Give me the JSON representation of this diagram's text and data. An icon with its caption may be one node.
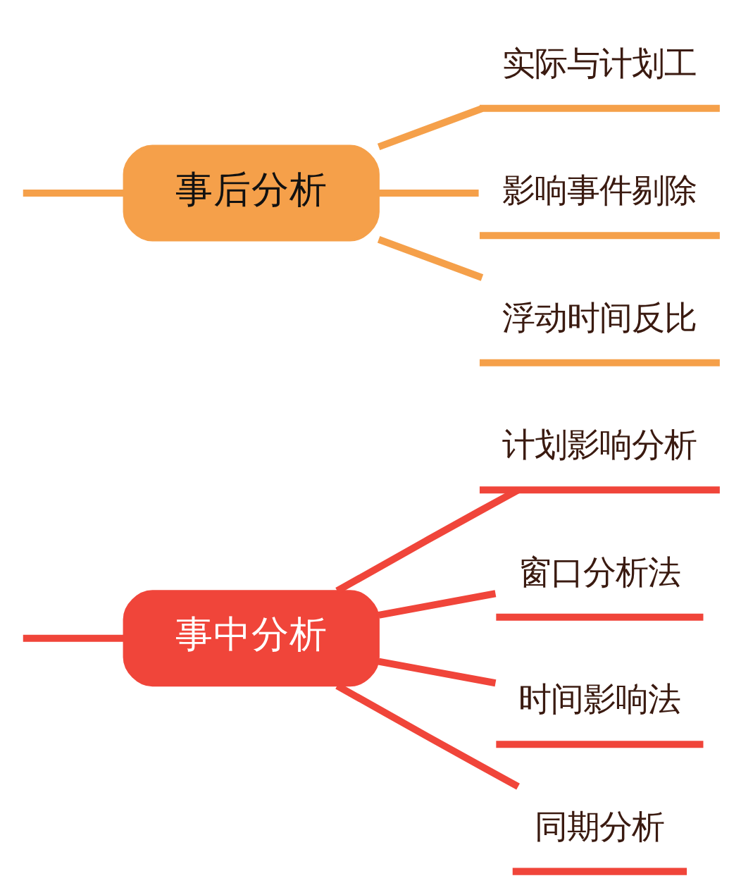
{
  "diagram": {
    "nodes": [
      {
        "text": [
          "事中分析"
        ]
      },
      {
        "text": [
          "计划影响分析"
        ]
      },
      {
        "text": [
          "窗口分析法"
        ]
      },
      {
        "text": [
          "时间影响法"
        ]
      },
      {
        "text": [
          "同期分析"
        ]
      },
      {
        "text": [
          "事后分析"
        ]
      },
      {
        "text": [
          "实际与计划工"
        ]
      },
      {
        "text": [
          "影响事件剔除"
        ]
      },
      {
        "text": [
          "浮动时间反比"
        ]
      }
    ],
    "edges": [
      {
        "from": null,
        "to": 0,
        "arrow": "none"
      },
      {
        "from": 0,
        "to": 1,
        "arrow": "none"
      },
      {
        "from": 0,
        "to": 2,
        "arrow": "none"
      },
      {
        "from": 0,
        "to": 3,
        "arrow": "none"
      },
      {
        "from": 0,
        "to": 4,
        "arrow": "none"
      },
      {
        "from": null,
        "to": 5,
        "arrow": "none",
        "color": "#f5a04a"
      },
      {
        "from": 5,
        "to": 6,
        "arrow": "none",
        "color": "#f5a04a"
      },
      {
        "from": 5,
        "to": 7,
        "arrow": "none",
        "color": "#f5a04a"
      },
      {
        "from": 5,
        "to": 8,
        "arrow": "none",
        "color": "#f5a04a"
      }
    ]
  }
}
